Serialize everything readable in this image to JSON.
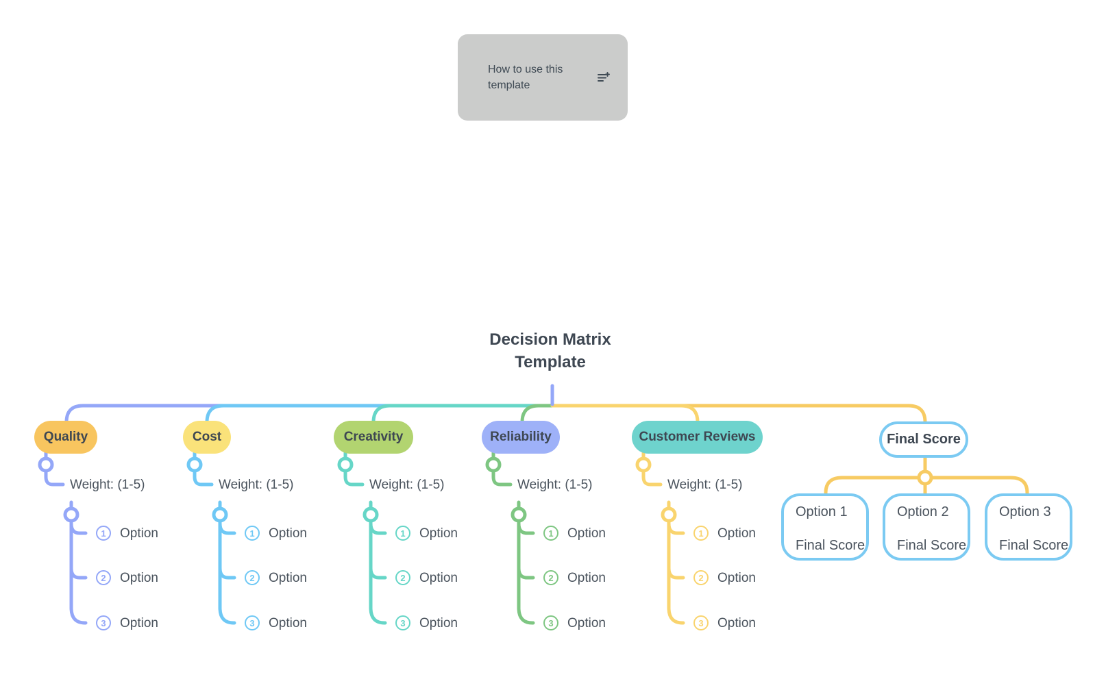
{
  "help_card": {
    "label": "How to use this template",
    "icon": "note-add-icon",
    "bg_color": "#CBCCCB",
    "text_color": "#3F4A54"
  },
  "root": {
    "title": "Decision Matrix\nTemplate",
    "stub_color": "#94A7F8"
  },
  "branches": [
    {
      "label": "Quality",
      "pill_color": "#F8C55F",
      "line_color": "#94A7F8",
      "weight_label": "Weight: (1-5)",
      "options": [
        {
          "num": "1",
          "label": "Option"
        },
        {
          "num": "2",
          "label": "Option"
        },
        {
          "num": "3",
          "label": "Option"
        }
      ]
    },
    {
      "label": "Cost",
      "pill_color": "#FAE27A",
      "line_color": "#6FC8F5",
      "weight_label": "Weight: (1-5)",
      "options": [
        {
          "num": "1",
          "label": "Option"
        },
        {
          "num": "2",
          "label": "Option"
        },
        {
          "num": "3",
          "label": "Option"
        }
      ]
    },
    {
      "label": "Creativity",
      "pill_color": "#B2D470",
      "line_color": "#66D6C7",
      "weight_label": "Weight: (1-5)",
      "options": [
        {
          "num": "1",
          "label": "Option"
        },
        {
          "num": "2",
          "label": "Option"
        },
        {
          "num": "3",
          "label": "Option"
        }
      ]
    },
    {
      "label": "Reliability",
      "pill_color": "#9EB1F8",
      "line_color": "#7EC682",
      "weight_label": "Weight: (1-5)",
      "options": [
        {
          "num": "1",
          "label": "Option"
        },
        {
          "num": "2",
          "label": "Option"
        },
        {
          "num": "3",
          "label": "Option"
        }
      ]
    },
    {
      "label": "Customer Reviews",
      "pill_color": "#6ED3CD",
      "line_color": "#F9D46E",
      "weight_label": "Weight: (1-5)",
      "options": [
        {
          "num": "1",
          "label": "Option"
        },
        {
          "num": "2",
          "label": "Option"
        },
        {
          "num": "3",
          "label": "Option"
        }
      ]
    }
  ],
  "final_score": {
    "label": "Final Score",
    "border_color": "#7BCAF2",
    "line_color": "#F7CB63",
    "children": [
      {
        "title": "Option 1",
        "subtitle": "Final Score"
      },
      {
        "title": "Option 2",
        "subtitle": "Final Score"
      },
      {
        "title": "Option 3",
        "subtitle": "Final Score"
      }
    ]
  },
  "palette": {
    "bold_text": "#3E4752",
    "regular_text": "#4A535D",
    "canvas_bg": "#FFFFFF"
  }
}
